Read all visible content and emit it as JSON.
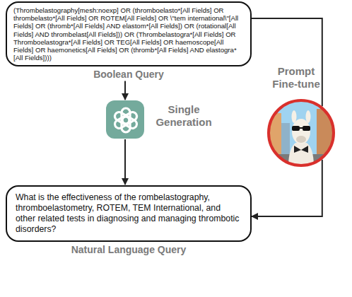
{
  "diagram": {
    "nodes": [
      {
        "text": [
          "(Thrombelastography[mesh:noexp] OR (thromboelasto*[All Fields] OR thrombelasto*[All Fields] OR ROTEM[All Fields] OR \\\"tem international\\\"[All Fields] OR (thromb*[All Fields] AND elastom*[All Fields]) OR (rotational[All Fields] AND thrombelast[All Fields])) OR (Thrombelastogra*[All Fields] OR Thromboelastogra*[All Fields] OR TEG[All Fields] OR haemoscope[All Fields] OR haemonetics[All Fields] OR (thromb*[All Fields] AND elastogra*[All Fields])))",
          "Boolean Query"
        ]
      },
      {
        "text": [
          "Single Generation"
        ]
      },
      {
        "text": [
          "Prompt Fine-tune"
        ]
      },
      {
        "text": [
          "What is the effectiveness of the rombelastography, thromboelastometry, ROTEM, TEM International, and other related tests in diagnosing and managing thrombotic disorders?",
          "Natural Language Query"
        ]
      }
    ],
    "edges": [
      {
        "from": 0,
        "to": 1,
        "arrow": "to"
      },
      {
        "from": 1,
        "to": 3,
        "arrow": "to"
      },
      {
        "from": 0,
        "to": 2,
        "arrow": "none"
      },
      {
        "from": 2,
        "to": 3,
        "arrow": "to"
      }
    ]
  }
}
